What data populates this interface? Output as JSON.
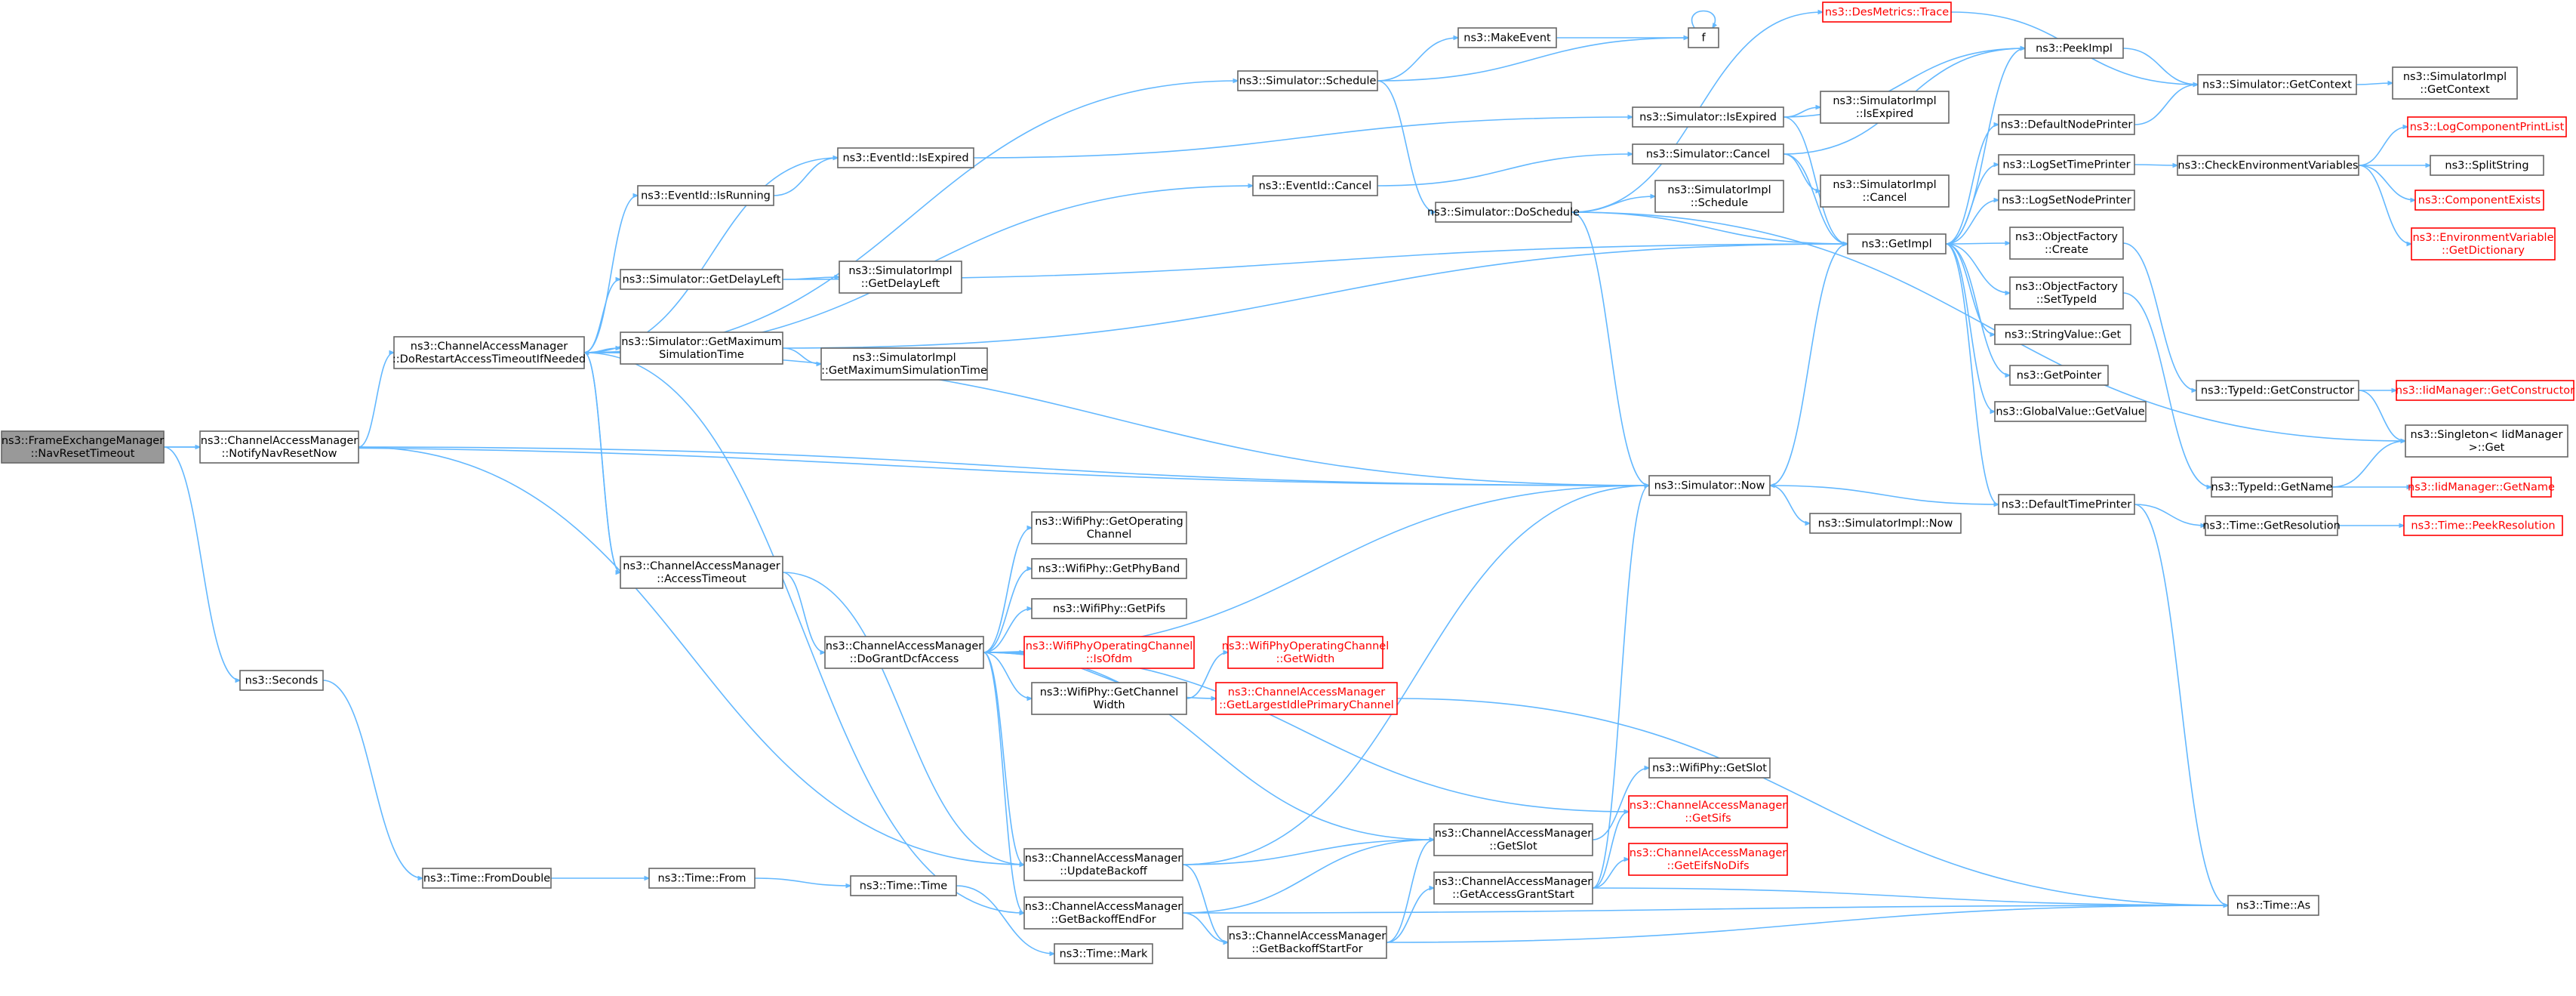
{
  "colors": {
    "edge": "#63b8ff",
    "node_border": "#666666",
    "root_fill": "#999999",
    "incomplete_border": "#ff0000"
  },
  "nodes": [
    {
      "id": "n0",
      "lines": [
        "ns3::FrameExchangeManager",
        "::NavResetTimeout"
      ],
      "root": true
    },
    {
      "id": "n1",
      "lines": [
        "ns3::ChannelAccessManager",
        "::NotifyNavResetNow"
      ]
    },
    {
      "id": "n2",
      "lines": [
        "ns3::Seconds"
      ]
    },
    {
      "id": "n3",
      "lines": [
        "ns3::ChannelAccessManager",
        "::DoRestartAccessTimeoutIfNeeded"
      ]
    },
    {
      "id": "n4",
      "lines": [
        "ns3::Simulator::Schedule"
      ]
    },
    {
      "id": "n5",
      "lines": [
        "ns3::MakeEvent"
      ]
    },
    {
      "id": "n6",
      "lines": [
        "f"
      ]
    },
    {
      "id": "n7",
      "lines": [
        "ns3::EventId::IsExpired"
      ]
    },
    {
      "id": "n8",
      "lines": [
        "ns3::EventId::IsRunning"
      ]
    },
    {
      "id": "n9",
      "lines": [
        "ns3::EventId::Cancel"
      ]
    },
    {
      "id": "n10",
      "lines": [
        "ns3::Simulator::GetDelayLeft"
      ]
    },
    {
      "id": "n11",
      "lines": [
        "ns3::SimulatorImpl",
        "::GetDelayLeft"
      ]
    },
    {
      "id": "n12",
      "lines": [
        "ns3::Simulator::GetMaximum",
        "SimulationTime"
      ]
    },
    {
      "id": "n13",
      "lines": [
        "ns3::SimulatorImpl",
        "::GetMaximumSimulationTime"
      ]
    },
    {
      "id": "n14",
      "lines": [
        "ns3::ChannelAccessManager",
        "::AccessTimeout"
      ]
    },
    {
      "id": "n15",
      "lines": [
        "ns3::ChannelAccessManager",
        "::DoGrantDcfAccess"
      ]
    },
    {
      "id": "n16",
      "lines": [
        "ns3::WifiPhy::GetOperating",
        "Channel"
      ]
    },
    {
      "id": "n17",
      "lines": [
        "ns3::WifiPhy::GetPhyBand"
      ]
    },
    {
      "id": "n18",
      "lines": [
        "ns3::WifiPhy::GetPifs"
      ]
    },
    {
      "id": "n19",
      "lines": [
        "ns3::WifiPhyOperatingChannel",
        "::IsOfdm"
      ],
      "red": true
    },
    {
      "id": "n20",
      "lines": [
        "ns3::WifiPhy::GetChannel",
        "Width"
      ]
    },
    {
      "id": "n21",
      "lines": [
        "ns3::ChannelAccessManager",
        "::GetLargestIdlePrimaryChannel"
      ],
      "red": true
    },
    {
      "id": "n22",
      "lines": [
        "ns3::WifiPhyOperatingChannel",
        "::GetWidth"
      ],
      "red": true
    },
    {
      "id": "n23",
      "lines": [
        "ns3::ChannelAccessManager",
        "::UpdateBackoff"
      ]
    },
    {
      "id": "n24",
      "lines": [
        "ns3::ChannelAccessManager",
        "::GetBackoffEndFor"
      ]
    },
    {
      "id": "n25",
      "lines": [
        "ns3::ChannelAccessManager",
        "::GetSlot"
      ]
    },
    {
      "id": "n26",
      "lines": [
        "ns3::ChannelAccessManager",
        "::GetBackoffStartFor"
      ]
    },
    {
      "id": "n27",
      "lines": [
        "ns3::ChannelAccessManager",
        "::GetAccessGrantStart"
      ]
    },
    {
      "id": "n28",
      "lines": [
        "ns3::WifiPhy::GetSlot"
      ]
    },
    {
      "id": "n29",
      "lines": [
        "ns3::ChannelAccessManager",
        "::GetSifs"
      ],
      "red": true
    },
    {
      "id": "n30",
      "lines": [
        "ns3::ChannelAccessManager",
        "::GetEifsNoDifs"
      ],
      "red": true
    },
    {
      "id": "n31",
      "lines": [
        "ns3::Time::FromDouble"
      ]
    },
    {
      "id": "n32",
      "lines": [
        "ns3::Time::From"
      ]
    },
    {
      "id": "n33",
      "lines": [
        "ns3::Time::Time"
      ]
    },
    {
      "id": "n34",
      "lines": [
        "ns3::Time::Mark"
      ]
    },
    {
      "id": "n35",
      "lines": [
        "ns3::Simulator::Now"
      ]
    },
    {
      "id": "n36",
      "lines": [
        "ns3::SimulatorImpl::Now"
      ]
    },
    {
      "id": "n37",
      "lines": [
        "ns3::Simulator::DoSchedule"
      ]
    },
    {
      "id": "n38",
      "lines": [
        "ns3::DesMetrics::Trace"
      ],
      "red": true
    },
    {
      "id": "n39",
      "lines": [
        "ns3::Simulator::IsExpired"
      ]
    },
    {
      "id": "n40",
      "lines": [
        "ns3::SimulatorImpl",
        "::IsExpired"
      ]
    },
    {
      "id": "n41",
      "lines": [
        "ns3::Simulator::Cancel"
      ]
    },
    {
      "id": "n42",
      "lines": [
        "ns3::SimulatorImpl",
        "::Cancel"
      ]
    },
    {
      "id": "n43",
      "lines": [
        "ns3::SimulatorImpl",
        "::Schedule"
      ]
    },
    {
      "id": "n44",
      "lines": [
        "ns3::GetImpl"
      ]
    },
    {
      "id": "n45",
      "lines": [
        "ns3::PeekImpl"
      ]
    },
    {
      "id": "n46",
      "lines": [
        "ns3::DefaultNodePrinter"
      ]
    },
    {
      "id": "n47",
      "lines": [
        "ns3::LogSetTimePrinter"
      ]
    },
    {
      "id": "n48",
      "lines": [
        "ns3::LogSetNodePrinter"
      ]
    },
    {
      "id": "n49",
      "lines": [
        "ns3::ObjectFactory",
        "::Create"
      ]
    },
    {
      "id": "n50",
      "lines": [
        "ns3::ObjectFactory",
        "::SetTypeId"
      ]
    },
    {
      "id": "n51",
      "lines": [
        "ns3::StringValue::Get"
      ]
    },
    {
      "id": "n52",
      "lines": [
        "ns3::GetPointer"
      ]
    },
    {
      "id": "n53",
      "lines": [
        "ns3::GlobalValue::GetValue"
      ]
    },
    {
      "id": "n54",
      "lines": [
        "ns3::DefaultTimePrinter"
      ]
    },
    {
      "id": "n55",
      "lines": [
        "ns3::Simulator::GetContext"
      ]
    },
    {
      "id": "n56",
      "lines": [
        "ns3::SimulatorImpl",
        "::GetContext"
      ]
    },
    {
      "id": "n57",
      "lines": [
        "ns3::CheckEnvironmentVariables"
      ]
    },
    {
      "id": "n58",
      "lines": [
        "ns3::LogComponentPrintList"
      ],
      "red": true
    },
    {
      "id": "n59",
      "lines": [
        "ns3::SplitString"
      ]
    },
    {
      "id": "n60",
      "lines": [
        "ns3::ComponentExists"
      ],
      "red": true
    },
    {
      "id": "n61",
      "lines": [
        "ns3::EnvironmentVariable",
        "::GetDictionary"
      ],
      "red": true
    },
    {
      "id": "n62",
      "lines": [
        "ns3::TypeId::GetConstructor"
      ]
    },
    {
      "id": "n63",
      "lines": [
        "ns3::IidManager::GetConstructor"
      ],
      "red": true
    },
    {
      "id": "n64",
      "lines": [
        "ns3::Singleton< IidManager",
        ">::Get"
      ]
    },
    {
      "id": "n65",
      "lines": [
        "ns3::TypeId::GetName"
      ]
    },
    {
      "id": "n66",
      "lines": [
        "ns3::IidManager::GetName"
      ],
      "red": true
    },
    {
      "id": "n67",
      "lines": [
        "ns3::Time::GetResolution"
      ]
    },
    {
      "id": "n68",
      "lines": [
        "ns3::Time::PeekResolution"
      ],
      "red": true
    },
    {
      "id": "n69",
      "lines": [
        "ns3::Time::As"
      ]
    }
  ],
  "edges": [
    [
      "n0",
      "n1"
    ],
    [
      "n0",
      "n2"
    ],
    [
      "n0",
      "n35"
    ],
    [
      "n1",
      "n3"
    ],
    [
      "n1",
      "n35"
    ],
    [
      "n1",
      "n23"
    ],
    [
      "n2",
      "n31"
    ],
    [
      "n3",
      "n4"
    ],
    [
      "n3",
      "n7"
    ],
    [
      "n3",
      "n8"
    ],
    [
      "n3",
      "n9"
    ],
    [
      "n3",
      "n10"
    ],
    [
      "n3",
      "n12"
    ],
    [
      "n3",
      "n14"
    ],
    [
      "n3",
      "n35"
    ],
    [
      "n3",
      "n24"
    ],
    [
      "n4",
      "n5"
    ],
    [
      "n4",
      "n6"
    ],
    [
      "n4",
      "n37"
    ],
    [
      "n5",
      "n6"
    ],
    [
      "n6",
      "n6"
    ],
    [
      "n7",
      "n39"
    ],
    [
      "n8",
      "n7"
    ],
    [
      "n9",
      "n41"
    ],
    [
      "n10",
      "n11"
    ],
    [
      "n10",
      "n44"
    ],
    [
      "n12",
      "n13"
    ],
    [
      "n12",
      "n44"
    ],
    [
      "n14",
      "n3"
    ],
    [
      "n14",
      "n15"
    ],
    [
      "n14",
      "n23"
    ],
    [
      "n15",
      "n35"
    ],
    [
      "n15",
      "n16"
    ],
    [
      "n15",
      "n17"
    ],
    [
      "n15",
      "n18"
    ],
    [
      "n15",
      "n19"
    ],
    [
      "n15",
      "n20"
    ],
    [
      "n15",
      "n21"
    ],
    [
      "n15",
      "n23"
    ],
    [
      "n15",
      "n24"
    ],
    [
      "n15",
      "n25"
    ],
    [
      "n15",
      "n29"
    ],
    [
      "n20",
      "n22"
    ],
    [
      "n21",
      "n69"
    ],
    [
      "n23",
      "n35"
    ],
    [
      "n23",
      "n25"
    ],
    [
      "n23",
      "n26"
    ],
    [
      "n24",
      "n25"
    ],
    [
      "n24",
      "n26"
    ],
    [
      "n24",
      "n69"
    ],
    [
      "n25",
      "n28"
    ],
    [
      "n26",
      "n25"
    ],
    [
      "n26",
      "n27"
    ],
    [
      "n26",
      "n69"
    ],
    [
      "n27",
      "n35"
    ],
    [
      "n27",
      "n29"
    ],
    [
      "n27",
      "n30"
    ],
    [
      "n27",
      "n69"
    ],
    [
      "n31",
      "n32"
    ],
    [
      "n32",
      "n33"
    ],
    [
      "n33",
      "n34"
    ],
    [
      "n35",
      "n44"
    ],
    [
      "n35",
      "n36"
    ],
    [
      "n37",
      "n38"
    ],
    [
      "n37",
      "n43"
    ],
    [
      "n37",
      "n44"
    ],
    [
      "n37",
      "n35"
    ],
    [
      "n37",
      "n64"
    ],
    [
      "n39",
      "n40"
    ],
    [
      "n39",
      "n44"
    ],
    [
      "n39",
      "n45"
    ],
    [
      "n41",
      "n42"
    ],
    [
      "n41",
      "n44"
    ],
    [
      "n41",
      "n45"
    ],
    [
      "n44",
      "n45"
    ],
    [
      "n44",
      "n46"
    ],
    [
      "n44",
      "n47"
    ],
    [
      "n44",
      "n48"
    ],
    [
      "n44",
      "n49"
    ],
    [
      "n44",
      "n50"
    ],
    [
      "n44",
      "n51"
    ],
    [
      "n44",
      "n52"
    ],
    [
      "n44",
      "n53"
    ],
    [
      "n44",
      "n54"
    ],
    [
      "n45",
      "n55"
    ],
    [
      "n46",
      "n55"
    ],
    [
      "n38",
      "n55"
    ],
    [
      "n55",
      "n56"
    ],
    [
      "n47",
      "n57"
    ],
    [
      "n57",
      "n58"
    ],
    [
      "n57",
      "n59"
    ],
    [
      "n57",
      "n60"
    ],
    [
      "n57",
      "n61"
    ],
    [
      "n49",
      "n62"
    ],
    [
      "n62",
      "n63"
    ],
    [
      "n62",
      "n64"
    ],
    [
      "n50",
      "n65"
    ],
    [
      "n65",
      "n64"
    ],
    [
      "n65",
      "n66"
    ],
    [
      "n54",
      "n35"
    ],
    [
      "n54",
      "n67"
    ],
    [
      "n54",
      "n69"
    ],
    [
      "n67",
      "n68"
    ]
  ]
}
